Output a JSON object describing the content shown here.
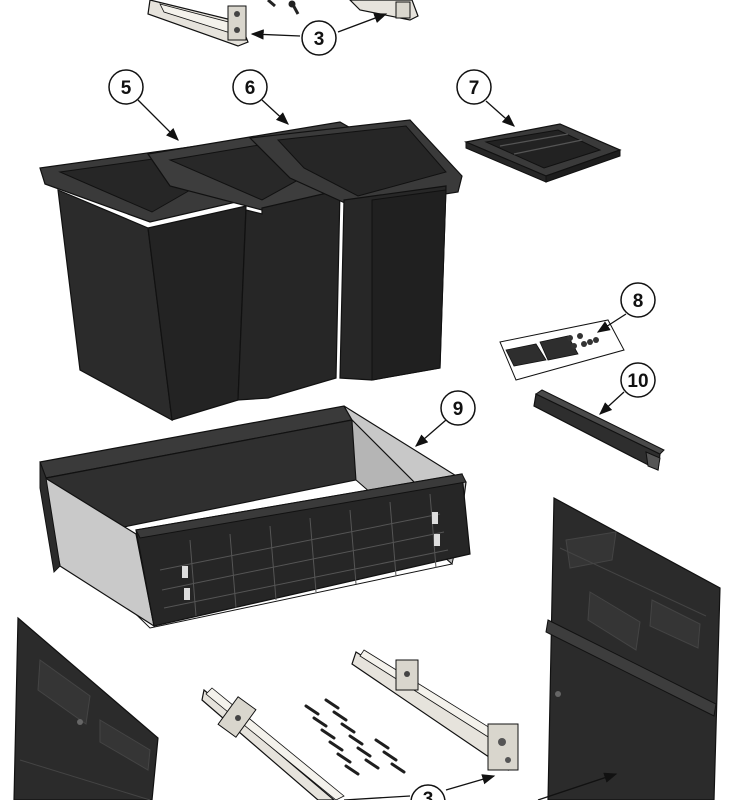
{
  "callouts": [
    {
      "id": "c3-top",
      "label": "3"
    },
    {
      "id": "c5",
      "label": "5"
    },
    {
      "id": "c6",
      "label": "6"
    },
    {
      "id": "c7",
      "label": "7"
    },
    {
      "id": "c8",
      "label": "8"
    },
    {
      "id": "c9",
      "label": "9"
    },
    {
      "id": "c10",
      "label": "10"
    },
    {
      "id": "c3-bottom",
      "label": "3"
    }
  ],
  "colors": {
    "part_dark": "#2b2b2b",
    "part_mid": "#3a3a3a",
    "part_light": "#4a4a4a",
    "aluminium": "#c8c8c8",
    "rail_metal": "#e6e3dc",
    "outline": "#111111"
  },
  "parts": [
    {
      "name": "runner-rails-top"
    },
    {
      "name": "bin-large"
    },
    {
      "name": "bin-medium"
    },
    {
      "name": "bin-small"
    },
    {
      "name": "lid-tray"
    },
    {
      "name": "label-sheet"
    },
    {
      "name": "connector-bar"
    },
    {
      "name": "drawer-frame"
    },
    {
      "name": "front-panel-left"
    },
    {
      "name": "front-panel-right"
    },
    {
      "name": "runner-rails-bottom"
    },
    {
      "name": "screws"
    }
  ]
}
